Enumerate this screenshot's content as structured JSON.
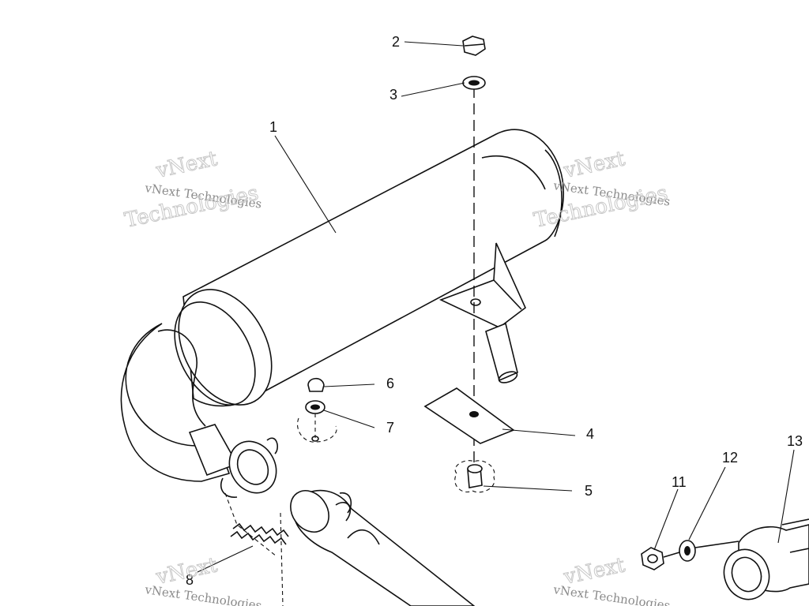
{
  "callouts": {
    "c1": "1",
    "c2": "2",
    "c3": "3",
    "c4": "4",
    "c5": "5",
    "c6": "6",
    "c7": "7",
    "c8": "8",
    "c11": "11",
    "c12": "12",
    "c13": "13"
  },
  "watermark": {
    "line1": "vNext Technologies",
    "line2": "Technologies",
    "line3": "vNext"
  },
  "colors": {
    "ink": "#111111",
    "watermark": "#8a8a8a",
    "background": "#ffffff"
  }
}
